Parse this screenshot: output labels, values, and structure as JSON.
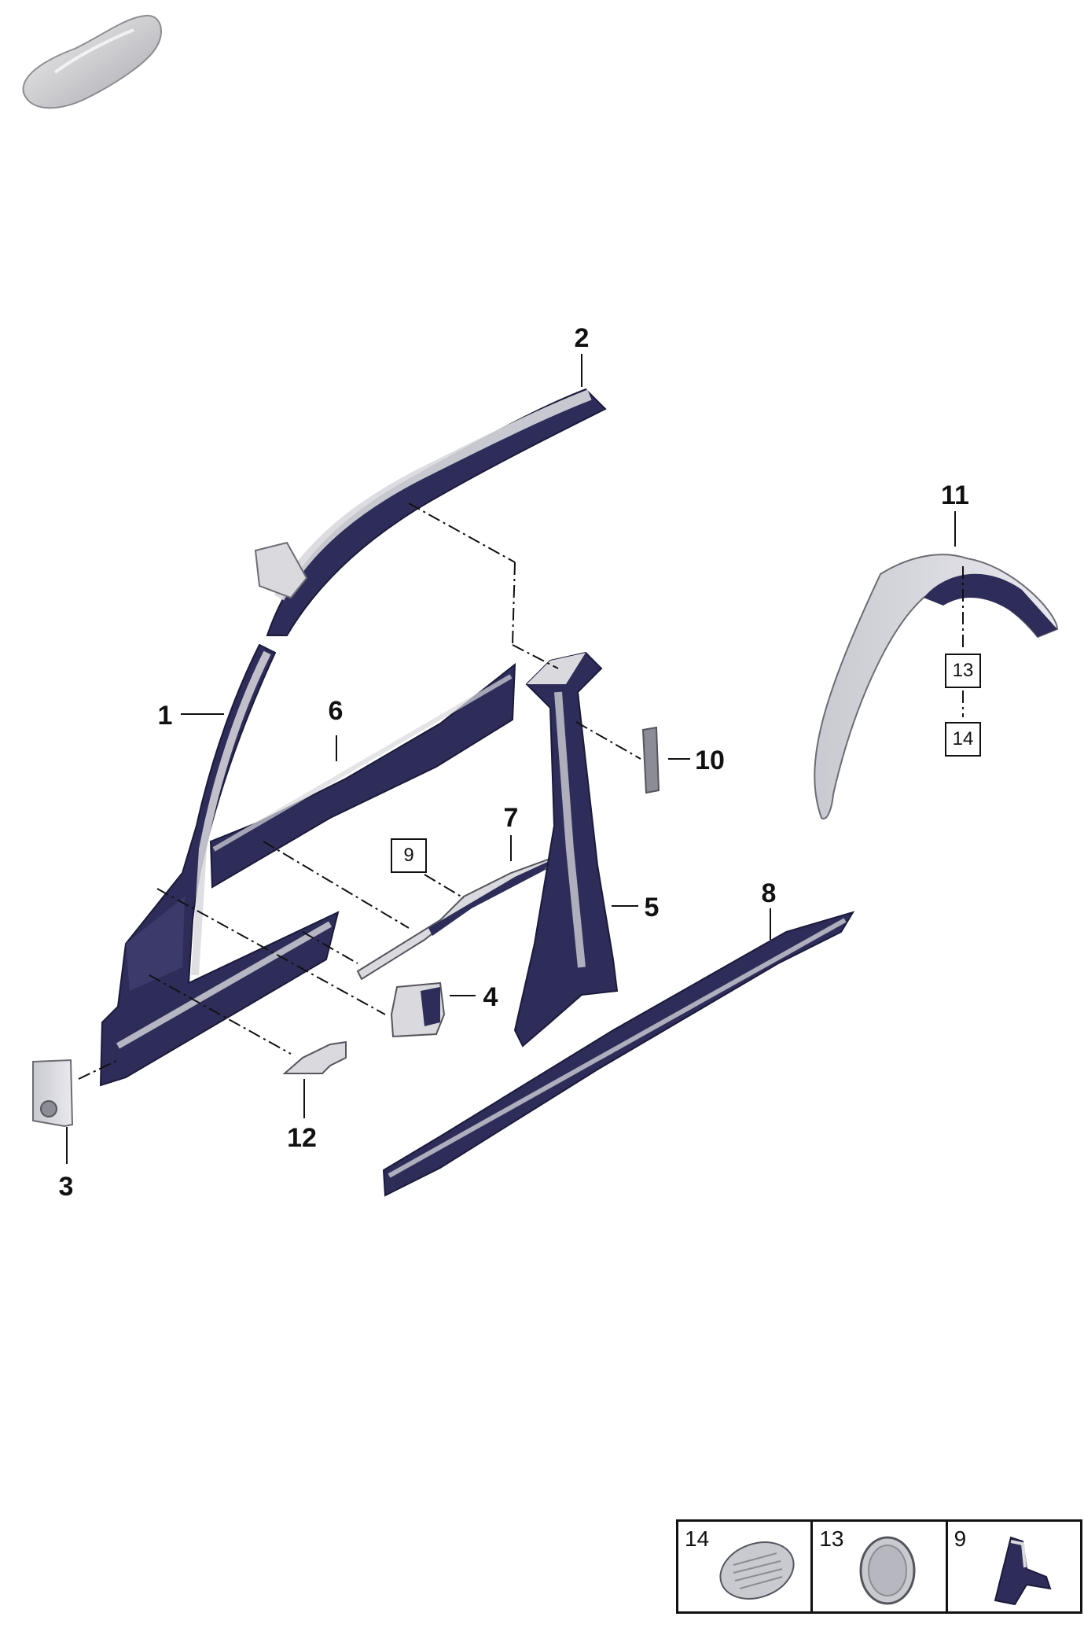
{
  "callouts": {
    "c1": "1",
    "c2": "2",
    "c3": "3",
    "c4": "4",
    "c5": "5",
    "c6": "6",
    "c7": "7",
    "c8": "8",
    "c10": "10",
    "c11": "11",
    "c12": "12"
  },
  "boxed_refs": {
    "b9": "9",
    "b13": "13",
    "b14": "14"
  },
  "legend": [
    {
      "number": "14",
      "icon": "grommet-ridged-icon"
    },
    {
      "number": "13",
      "icon": "grommet-plug-icon"
    },
    {
      "number": "9",
      "icon": "bracket-icon"
    }
  ],
  "colors": {
    "part_dark": "#2e2d5a",
    "part_light": "#d9d9de",
    "line": "#111111"
  }
}
